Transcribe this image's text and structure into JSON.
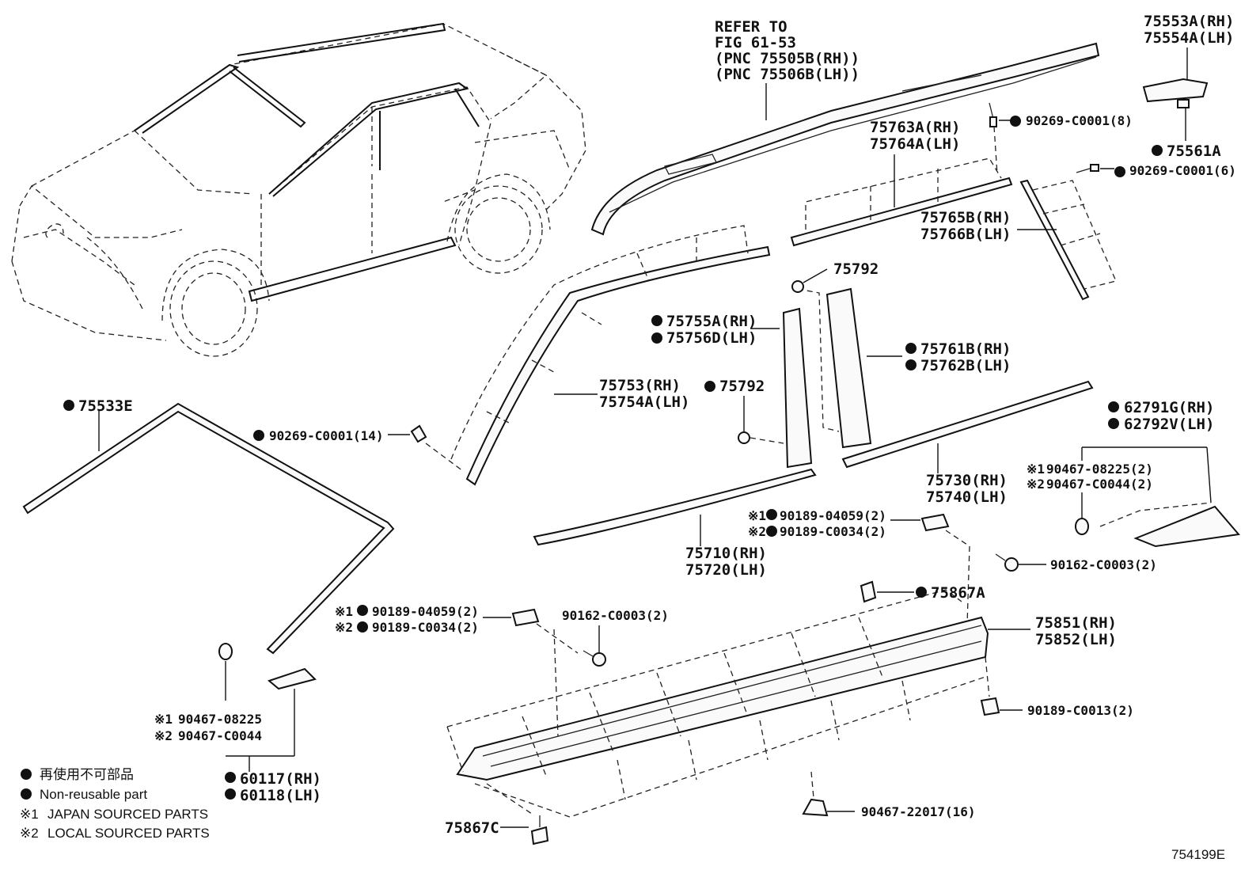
{
  "callouts": [
    {
      "id": "refer1",
      "text": "REFER TO"
    },
    {
      "id": "refer2",
      "text": "FIG 61-53"
    },
    {
      "id": "refer3",
      "text": "(PNC 75505B(RH))"
    },
    {
      "id": "refer4",
      "text": "(PNC 75506B(LH))"
    },
    {
      "id": "p75553",
      "text": "75553A(RH)"
    },
    {
      "id": "p75554",
      "text": "75554A(LH)"
    },
    {
      "id": "p90269_8",
      "text": "90269-C0001(8)"
    },
    {
      "id": "p75561",
      "text": "75561A"
    },
    {
      "id": "p75763",
      "text": "75763A(RH)"
    },
    {
      "id": "p75764",
      "text": "75764A(LH)"
    },
    {
      "id": "p90269_6",
      "text": "90269-C0001(6)"
    },
    {
      "id": "p75765",
      "text": "75765B(RH)"
    },
    {
      "id": "p75766",
      "text": "75766B(LH)"
    },
    {
      "id": "p75792a",
      "text": "75792"
    },
    {
      "id": "p75755",
      "text": "75755A(RH)"
    },
    {
      "id": "p75756",
      "text": "75756D(LH)"
    },
    {
      "id": "p75761",
      "text": "75761B(RH)"
    },
    {
      "id": "p75762",
      "text": "75762B(LH)"
    },
    {
      "id": "p75533",
      "text": "75533E"
    },
    {
      "id": "p75753",
      "text": "75753(RH)"
    },
    {
      "id": "p75754",
      "text": "75754A(LH)"
    },
    {
      "id": "p75792b",
      "text": "75792"
    },
    {
      "id": "p62791",
      "text": "62791G(RH)"
    },
    {
      "id": "p62792",
      "text": "62792V(LH)"
    },
    {
      "id": "p90269_14",
      "text": "90269-C0001(14)"
    },
    {
      "id": "p90467_r1",
      "text": "90467-08225(2)"
    },
    {
      "id": "p90467_r2",
      "text": "90467-C0044(2)"
    },
    {
      "id": "p75730",
      "text": "75730(RH)"
    },
    {
      "id": "p75740",
      "text": "75740(LH)"
    },
    {
      "id": "p90189_m1",
      "text": "90189-04059(2)"
    },
    {
      "id": "p90189_m2",
      "text": "90189-C0034(2)"
    },
    {
      "id": "p75710",
      "text": "75710(RH)"
    },
    {
      "id": "p75720",
      "text": "75720(LH)"
    },
    {
      "id": "p90162_r",
      "text": "90162-C0003(2)"
    },
    {
      "id": "p75867a",
      "text": "75867A"
    },
    {
      "id": "p90189_l1",
      "text": "90189-04059(2)"
    },
    {
      "id": "p90189_l2",
      "text": "90189-C0034(2)"
    },
    {
      "id": "p90162_l",
      "text": "90162-C0003(2)"
    },
    {
      "id": "p75851",
      "text": "75851(RH)"
    },
    {
      "id": "p75852",
      "text": "75852(LH)"
    },
    {
      "id": "p90189_c13",
      "text": "90189-C0013(2)"
    },
    {
      "id": "p90467_l1",
      "text": "90467-08225"
    },
    {
      "id": "p90467_l2",
      "text": "90467-C0044"
    },
    {
      "id": "p60117",
      "text": "60117(RH)"
    },
    {
      "id": "p60118",
      "text": "60118(LH)"
    },
    {
      "id": "p90467_22017",
      "text": "90467-22017(16)"
    },
    {
      "id": "p75867c",
      "text": "75867C"
    }
  ],
  "legend": {
    "jp": "再使用不可部品",
    "en": "Non-reusable part",
    "note1": "JAPAN SOURCED PARTS",
    "note2": "LOCAL SOURCED PARTS",
    "mark1": "※1",
    "mark2": "※2"
  },
  "figure_id": "754199E"
}
